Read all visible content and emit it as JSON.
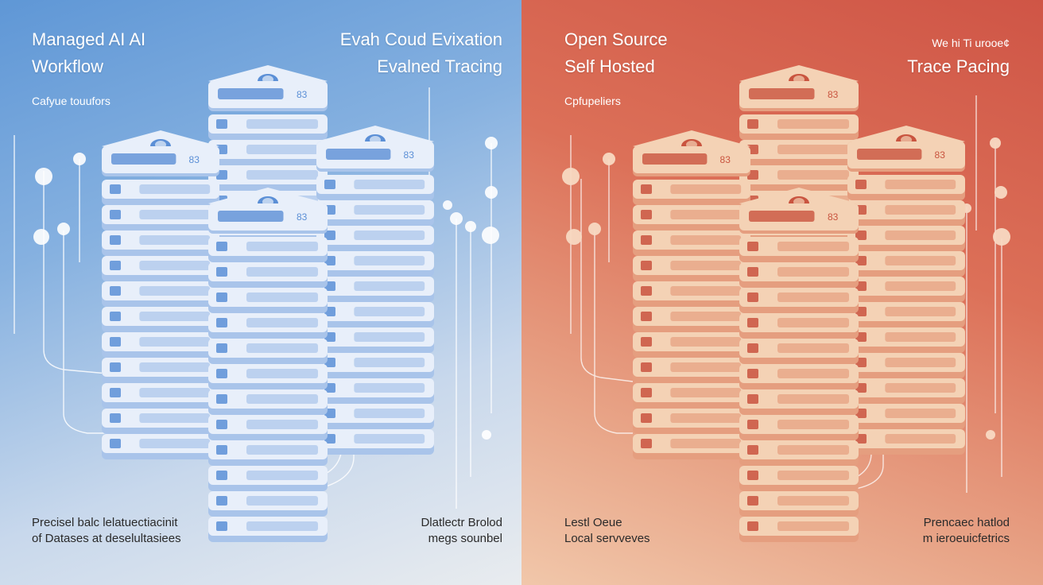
{
  "left": {
    "title_line1": "Managed AI  AI",
    "title_line2": "Workflow",
    "subtitle": "Cafyue touufors",
    "right_title_line1": "Evah Coud Evixation",
    "right_title_line2": "Evalned Tracing",
    "footer_left_line1": "Precisel balc lelatuectiacinit",
    "footer_left_line2": "of Datases  at deselultasiees",
    "footer_right_line1": "Dlatlectr Brolod",
    "footer_right_line2": "megs  sounbel",
    "server_label": "83",
    "colors": {
      "accent": "#5b8fd6",
      "face": "#e8effa",
      "side": "#a9c4ea"
    }
  },
  "right": {
    "title_line1": "Open Source",
    "title_line2": "Self Hosted",
    "subtitle": "Cpfupeliers",
    "right_title_line1": "We hi Ti urooe¢",
    "right_title_line2": "Trace Pacing",
    "footer_left_line1": "Lestl Oeue",
    "footer_left_line2": "Local servveves",
    "footer_right_line1": "Prencaec hatlod",
    "footer_right_line2": "m ieroeuicfetrics",
    "server_label": "83",
    "colors": {
      "accent": "#c9543f",
      "face": "#f4d2b5",
      "side": "#e59e7f"
    }
  }
}
